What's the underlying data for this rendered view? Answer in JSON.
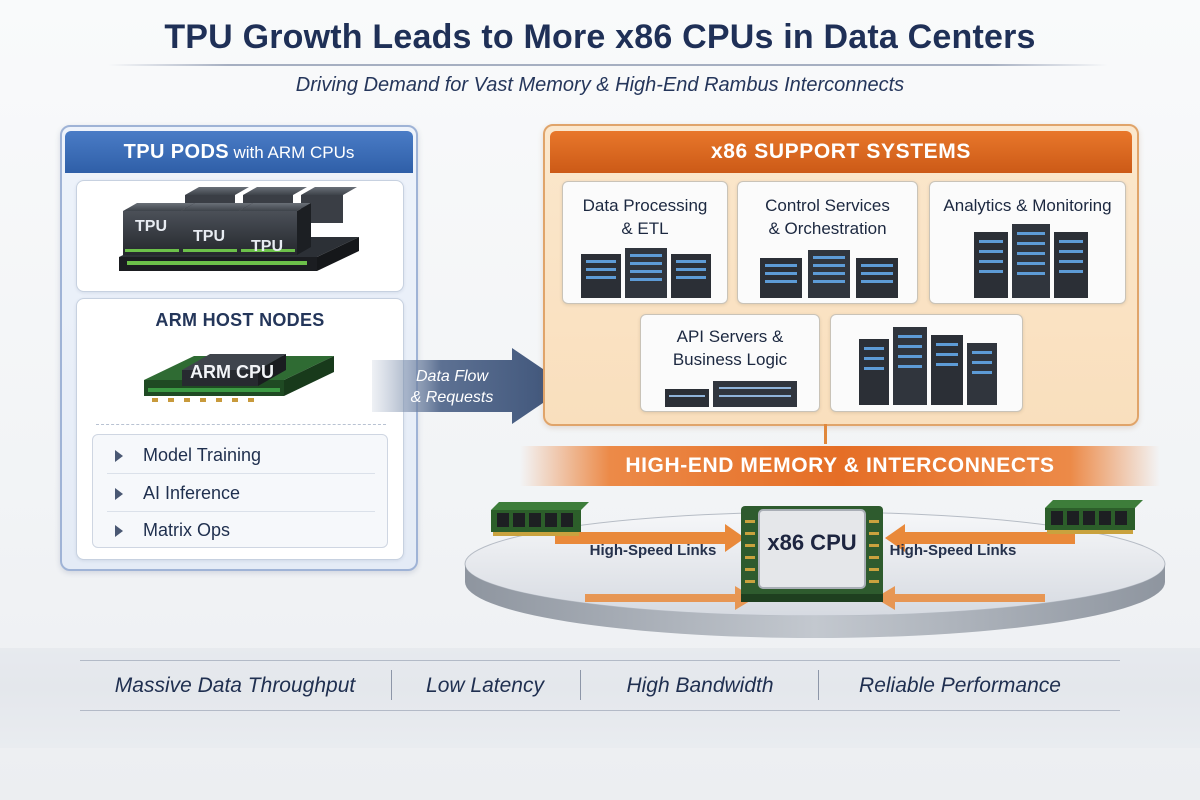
{
  "header": {
    "title": "TPU Growth Leads to More x86 CPUs in Data Centers",
    "subtitle": "Driving Demand for Vast Memory & High-End Rambus Interconnects"
  },
  "left_panel": {
    "title_main": "TPU PODS",
    "title_suffix": "with ARM CPUs",
    "tpu_chip_label": "TPU",
    "arm_section_title": "ARM HOST NODES",
    "arm_chip_label": "ARM CPU",
    "tasks": [
      "Model Training",
      "AI Inference",
      "Matrix Ops"
    ]
  },
  "flow": {
    "line1": "Data Flow",
    "line2": "& Requests"
  },
  "right_panel": {
    "title": "x86 SUPPORT SYSTEMS",
    "systems": [
      {
        "line1": "Data Processing",
        "line2": "& ETL"
      },
      {
        "line1": "Control Services",
        "line2": "& Orchestration"
      },
      {
        "line1": "Analytics & Monitoring",
        "line2": ""
      },
      {
        "line1": "API Servers &",
        "line2": "Business Logic"
      }
    ]
  },
  "memory": {
    "title": "HIGH-END MEMORY & INTERCONNECTS",
    "cpu_label": "x86 CPU",
    "link_left": "High-Speed Links",
    "link_right": "High-Speed Links"
  },
  "features": [
    "Massive Data Throughput",
    "Low Latency",
    "High Bandwidth",
    "Reliable Performance"
  ],
  "colors": {
    "navy": "#1f3057",
    "blue_header": "#2f5fa8",
    "orange_header": "#cc5a17",
    "orange_panel": "#fbe7cc"
  }
}
